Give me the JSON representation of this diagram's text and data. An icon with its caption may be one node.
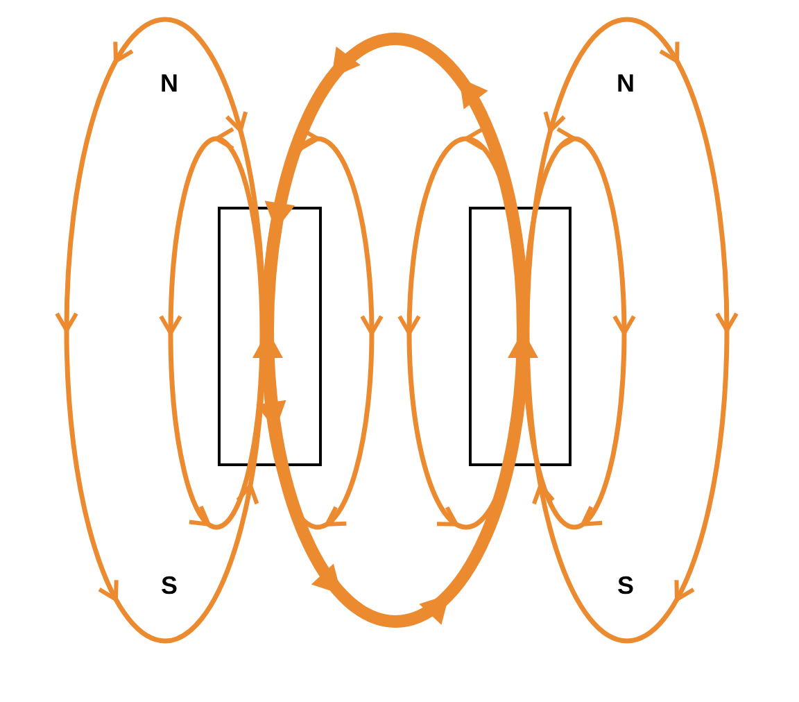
{
  "diagram": {
    "labels": [
      "N",
      "N",
      "S",
      "S"
    ]
  }
}
